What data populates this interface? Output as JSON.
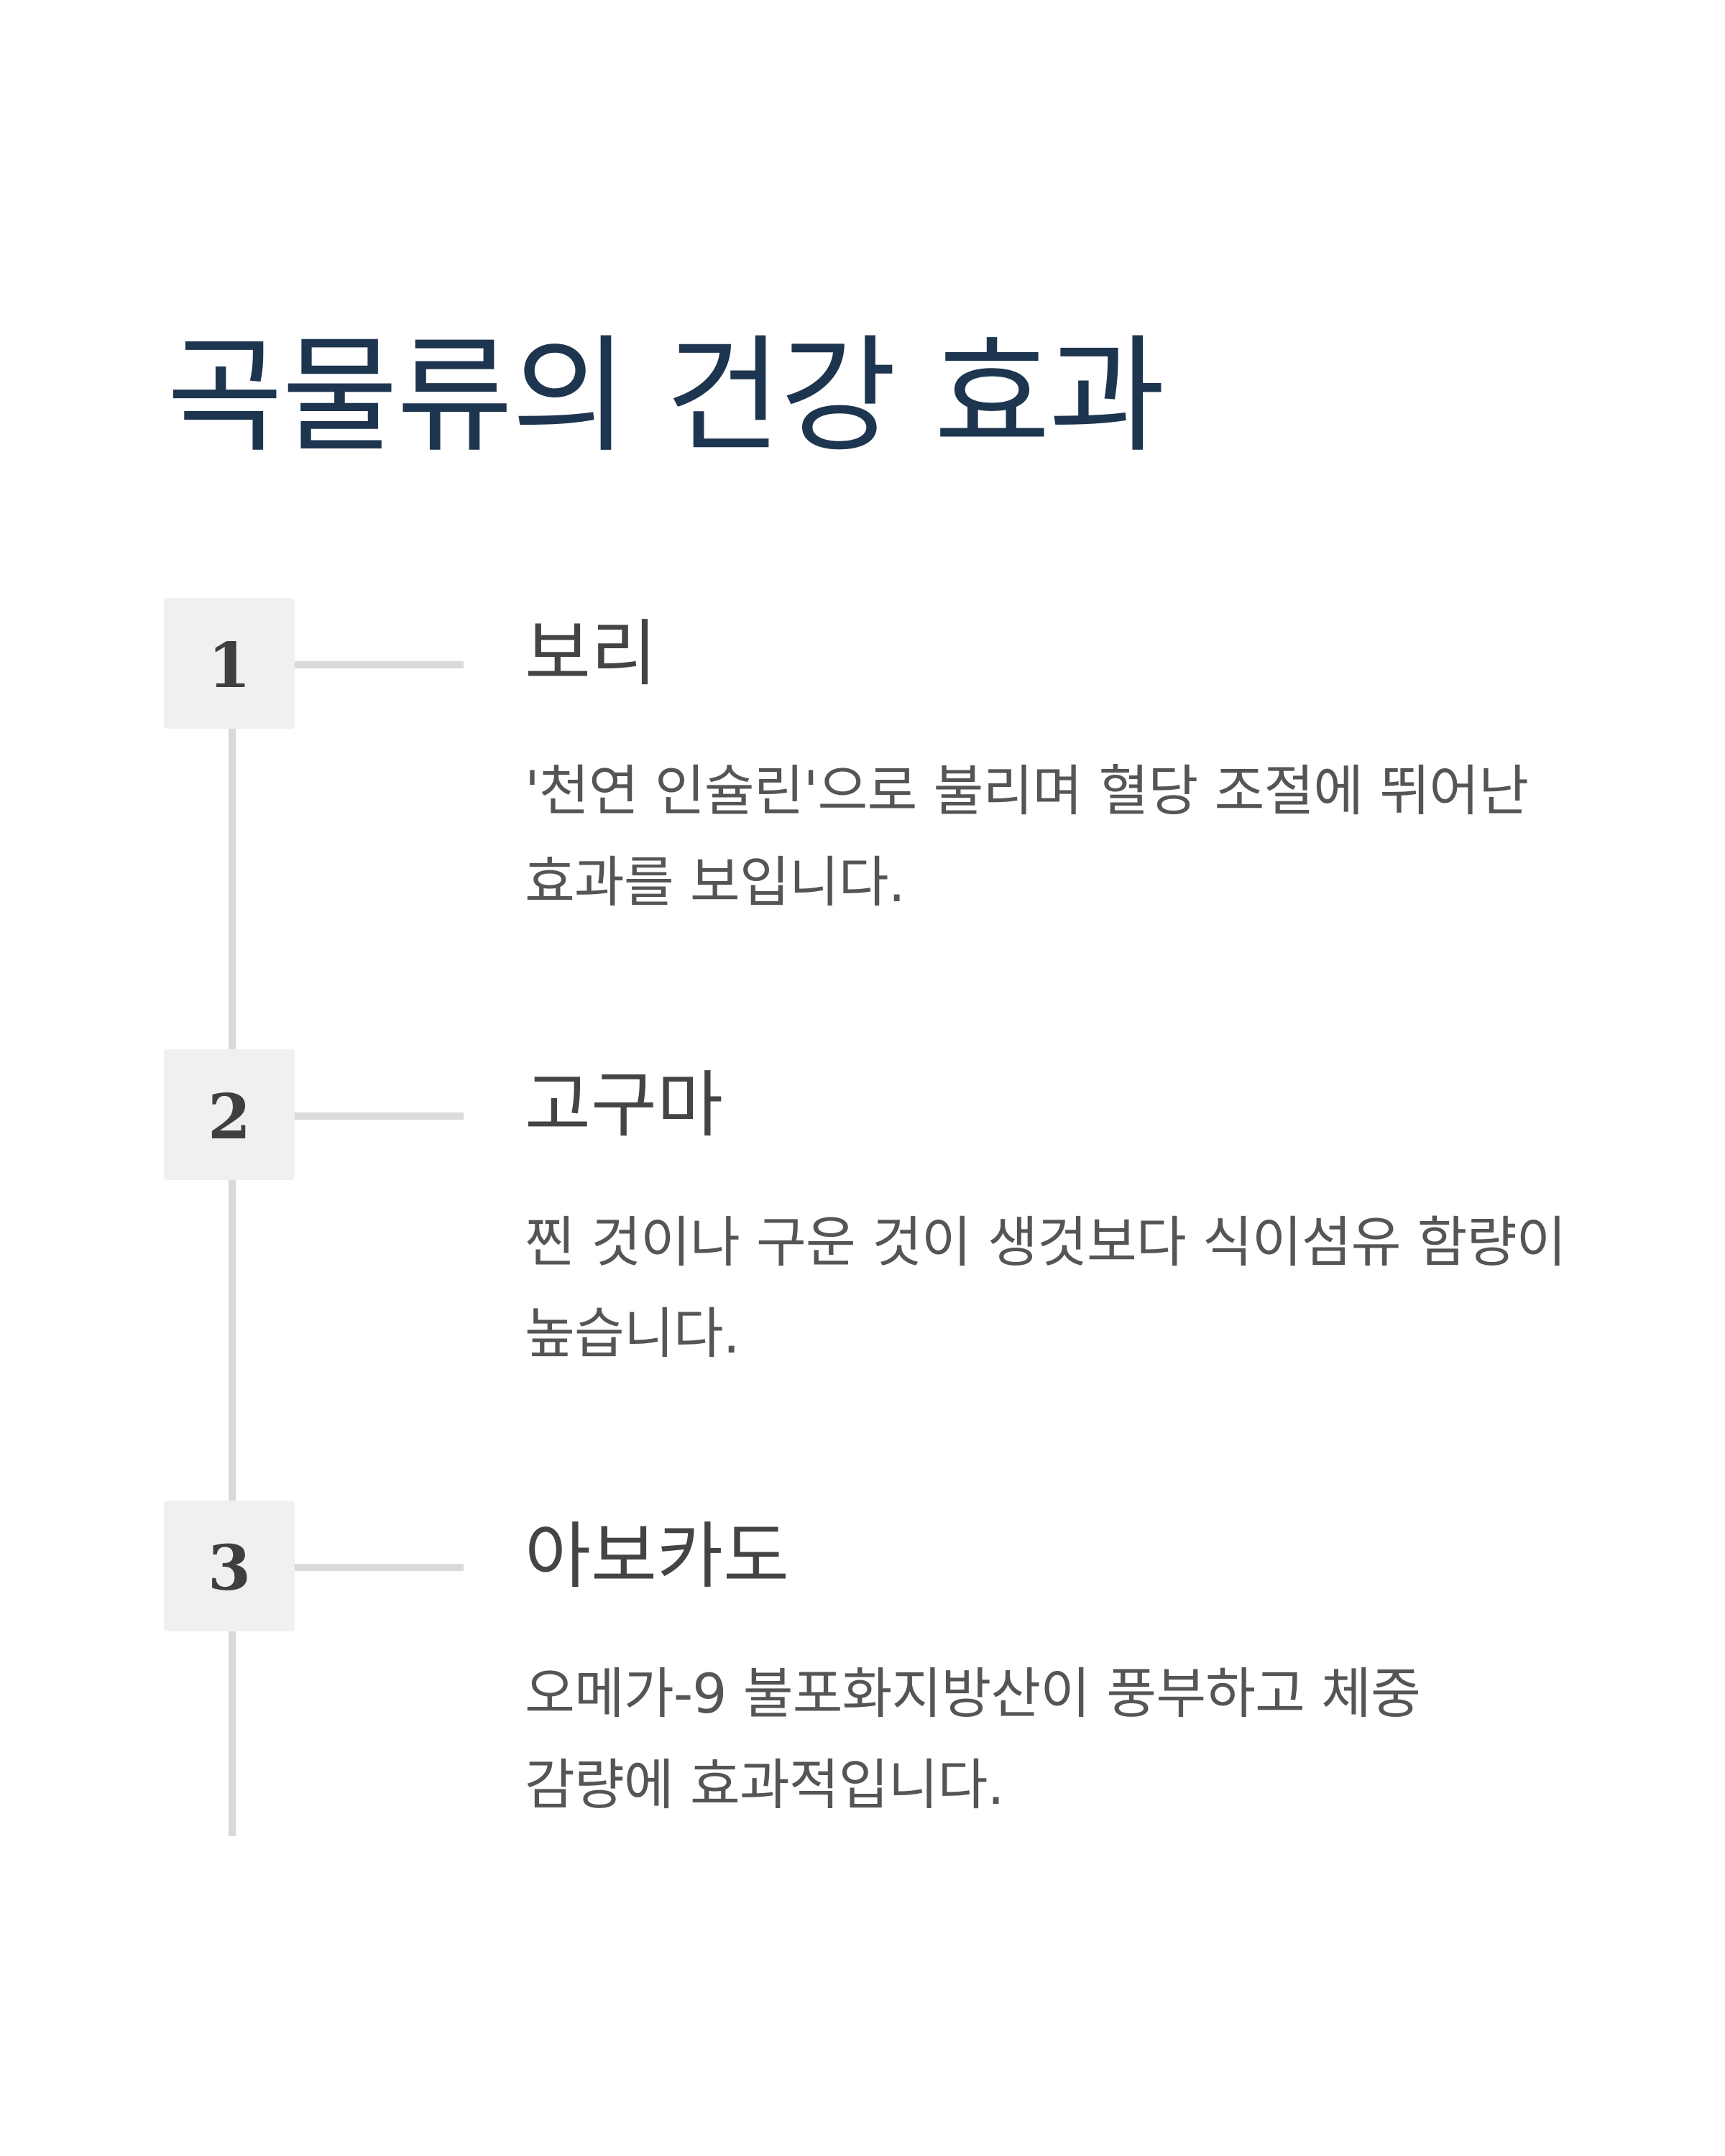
{
  "page": {
    "title": "곡물류의 건강 효과"
  },
  "steps": [
    {
      "number": "1",
      "title": "보리",
      "description": "'천연 인슐린'으로 불리며 혈당 조절에 뛰어난 효과를 보입니다."
    },
    {
      "number": "2",
      "title": "고구마",
      "description": "찐 것이나 구운 것이 생것보다 식이섬유 함량이 높습니다."
    },
    {
      "number": "3",
      "title": "아보카도",
      "description": "오메가-9 불포화지방산이 풍부하고 체중 감량에 효과적입니다."
    }
  ],
  "colors": {
    "title": "#1e3550",
    "text": "#444444",
    "badge_background": "#f2f0ef",
    "timeline": "#d9d9d9"
  }
}
